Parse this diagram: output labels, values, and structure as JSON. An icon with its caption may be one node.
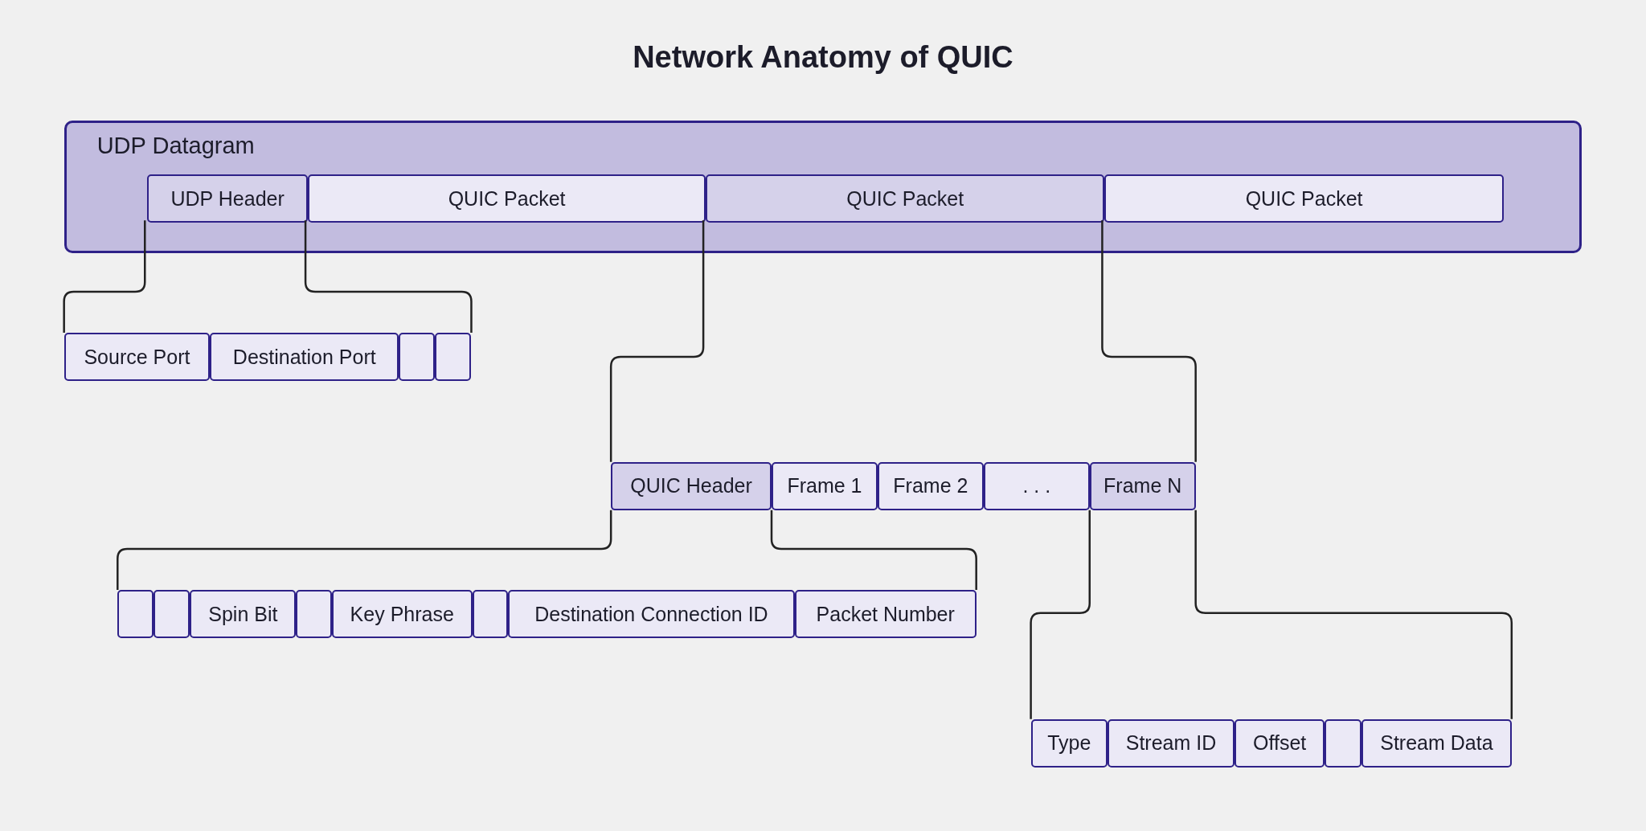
{
  "diagram": {
    "title": "Network Anatomy of QUIC",
    "nodes": [
      {
        "text": [
          "UDP Datagram"
        ]
      },
      {
        "text": [
          "UDP Header"
        ],
        "in": 0
      },
      {
        "text": [
          "QUIC Packet"
        ],
        "in": 0
      },
      {
        "text": [
          "QUIC Packet"
        ],
        "in": 0
      },
      {
        "text": [
          "QUIC Packet"
        ],
        "in": 0
      },
      {
        "text": [
          "Source Port"
        ]
      },
      {
        "text": [
          "Destination Port"
        ]
      },
      {
        "text": [],
        "shape": "box"
      },
      {
        "text": [],
        "shape": "box"
      },
      {
        "text": [
          "QUIC Header"
        ]
      },
      {
        "text": [
          "Frame 1"
        ]
      },
      {
        "text": [
          "Frame 2"
        ]
      },
      {
        "text": [
          ". . ."
        ]
      },
      {
        "text": [
          "Frame N"
        ]
      },
      {
        "text": [],
        "shape": "box"
      },
      {
        "text": [],
        "shape": "box"
      },
      {
        "text": [
          "Spin Bit"
        ]
      },
      {
        "text": [],
        "shape": "box"
      },
      {
        "text": [
          "Key Phrase"
        ]
      },
      {
        "text": [],
        "shape": "box"
      },
      {
        "text": [
          "Destination Connection ID"
        ]
      },
      {
        "text": [
          "Packet Number"
        ]
      },
      {
        "text": [
          "Type"
        ]
      },
      {
        "text": [
          "Stream ID"
        ]
      },
      {
        "text": [
          "Offset"
        ]
      },
      {
        "text": [],
        "shape": "box"
      },
      {
        "text": [
          "Stream Data"
        ]
      }
    ],
    "edges": [
      {
        "from": 1,
        "to": 5,
        "arrow": "none"
      },
      {
        "from": 1,
        "to": 8,
        "arrow": "none"
      },
      {
        "from": 3,
        "to": 9,
        "arrow": "none"
      },
      {
        "from": 3,
        "to": 13,
        "arrow": "none"
      },
      {
        "from": 9,
        "to": 14,
        "arrow": "none"
      },
      {
        "from": 9,
        "to": 21,
        "arrow": "none"
      },
      {
        "from": 13,
        "to": 22,
        "arrow": "none"
      },
      {
        "from": 13,
        "to": 26,
        "arrow": "none"
      }
    ]
  }
}
